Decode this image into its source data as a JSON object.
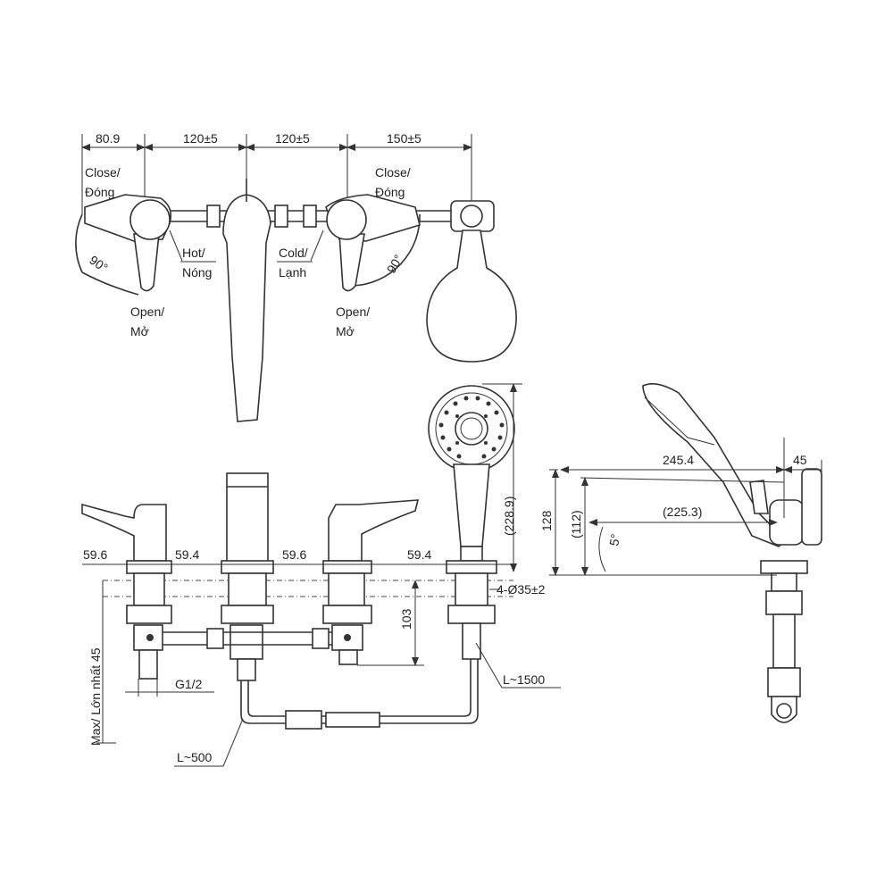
{
  "top_view": {
    "dims": [
      "80.9",
      "120±5",
      "120±5",
      "150±5"
    ],
    "left_close": [
      "Close/",
      "Đóng"
    ],
    "left_open": [
      "Open/",
      "Mở"
    ],
    "right_close": [
      "Close/",
      "Đóng"
    ],
    "right_open": [
      "Open/",
      "Mở"
    ],
    "hot": [
      "Hot/",
      "Nóng"
    ],
    "cold": [
      "Cold/",
      "Lạnh"
    ],
    "angle_left": "90°",
    "angle_right": "90°"
  },
  "front_view": {
    "widths": [
      "59.6",
      "59.4",
      "59.6",
      "59.4"
    ],
    "height_103": "103",
    "height_228": "(228.9)",
    "holes": "4-Ø35±2",
    "thread": "G1/2",
    "max_depth": "Max/ Lớn nhất 45",
    "hose_short": "L~500",
    "hose_long": "L~1500"
  },
  "side_view": {
    "reach": "245.4",
    "reach_inner": "(225.3)",
    "offset": "45",
    "height": "128",
    "height_inner": "(112)",
    "tilt": "5°"
  }
}
